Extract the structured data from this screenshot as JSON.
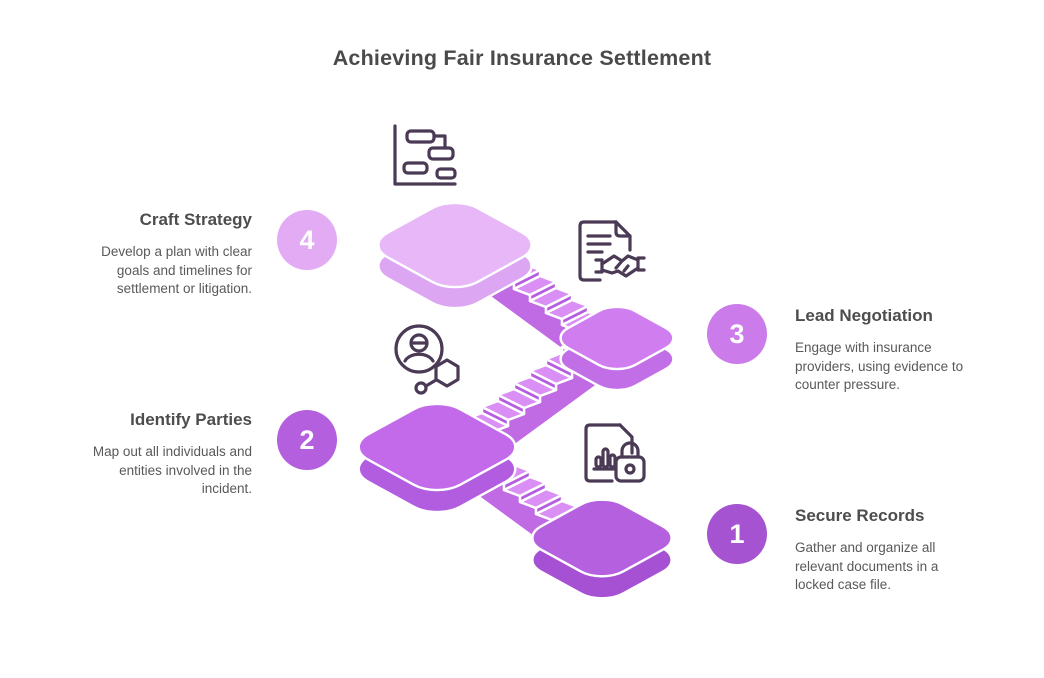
{
  "title": "Achieving Fair Insurance Settlement",
  "colors": {
    "bg": "#ffffff",
    "title_text": "#4a4a4a",
    "heading_text": "#4d4d4d",
    "body_text": "#595959",
    "icon_stroke": "#4a3a55",
    "outline": "#ffffff",
    "p4_top": "#e7b7f8",
    "p4_side": "#dda6f3",
    "p3_top": "#d07df0",
    "p3_side": "#c26ee7",
    "p2_top": "#c26ae9",
    "p2_side": "#b25de0",
    "p1_top": "#b561df",
    "p1_side": "#a650d3",
    "stair_tread": "#d98ff3",
    "stair_riser": "#b55fe0",
    "stair_wall": "#c06ae4"
  },
  "steps": [
    {
      "number": "1",
      "heading": "Secure Records",
      "description": "Gather and organize all relevant documents in a locked case file.",
      "icon": "locked-file-icon",
      "circle_color": "#a653d2"
    },
    {
      "number": "2",
      "heading": "Identify Parties",
      "description": "Map out all individuals and entities involved in the incident.",
      "icon": "person-network-icon",
      "circle_color": "#b35fde"
    },
    {
      "number": "3",
      "heading": "Lead Negotiation",
      "description": "Engage with insurance providers, using evidence to counter pressure.",
      "icon": "contract-handshake-icon",
      "circle_color": "#cb7bea"
    },
    {
      "number": "4",
      "heading": "Craft Strategy",
      "description": "Develop a plan with clear goals and timelines for settlement or litigation.",
      "icon": "gantt-chart-icon",
      "circle_color": "#e2abf3"
    }
  ]
}
